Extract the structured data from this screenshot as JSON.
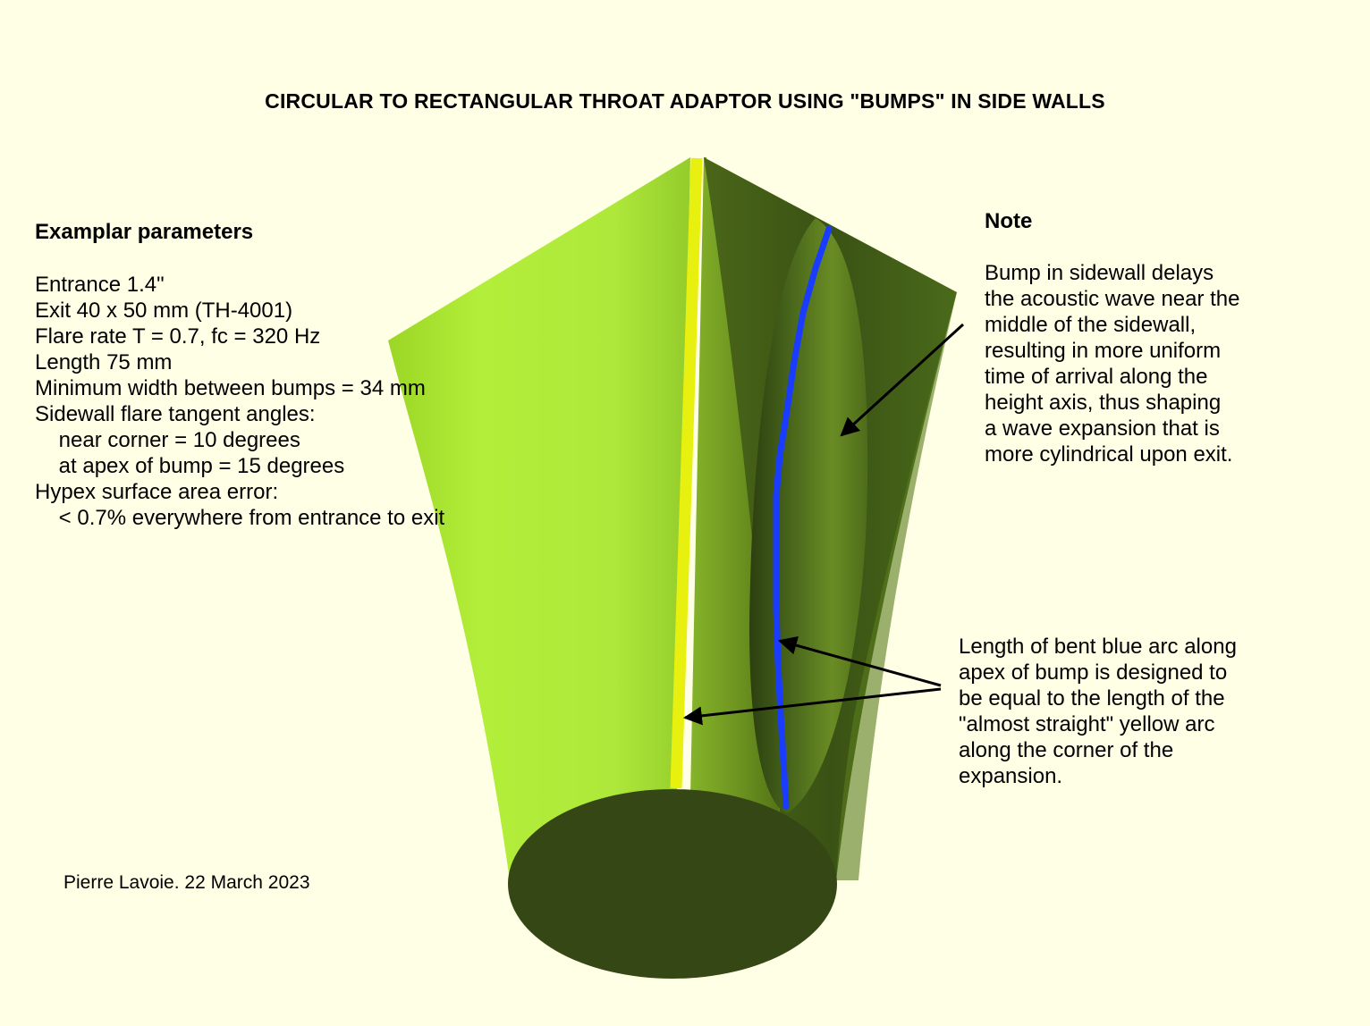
{
  "title": "CIRCULAR TO RECTANGULAR THROAT ADAPTOR USING \"BUMPS\" IN SIDE WALLS",
  "parameters": {
    "heading": "Examplar parameters",
    "lines": [
      "Entrance 1.4\"",
      "Exit 40 x 50 mm (TH-4001)",
      "Flare rate T = 0.7, fc = 320 Hz",
      "Length 75 mm",
      "Minimum width between bumps = 34 mm",
      "Sidewall flare tangent angles:",
      "    near corner = 10 degrees",
      "    at apex of bump = 15 degrees",
      "Hypex surface area error:",
      "    < 0.7% everywhere from entrance to exit"
    ]
  },
  "note": {
    "heading": "Note",
    "body": "Bump in sidewall delays\nthe acoustic wave near the\nmiddle of the sidewall,\nresulting in more uniform\ntime of arrival along the\nheight axis, thus shaping\na wave expansion that is\nmore cylindrical upon exit."
  },
  "arc_note": {
    "body": "Length of bent blue arc along\napex of bump is designed to\nbe equal to the length of the\n\"almost straight\" yellow arc\nalong the corner of the\nexpansion."
  },
  "author": "Pierre Lavoie. 22 March 2023",
  "colors": {
    "background": "#ffffe5",
    "light_face": "#b3ee3a",
    "dark_face": "#3c5414",
    "mouth": "#354714",
    "yellow_arc": "#e8f010",
    "blue_arc": "#1a3cff",
    "arrow": "#000000"
  }
}
